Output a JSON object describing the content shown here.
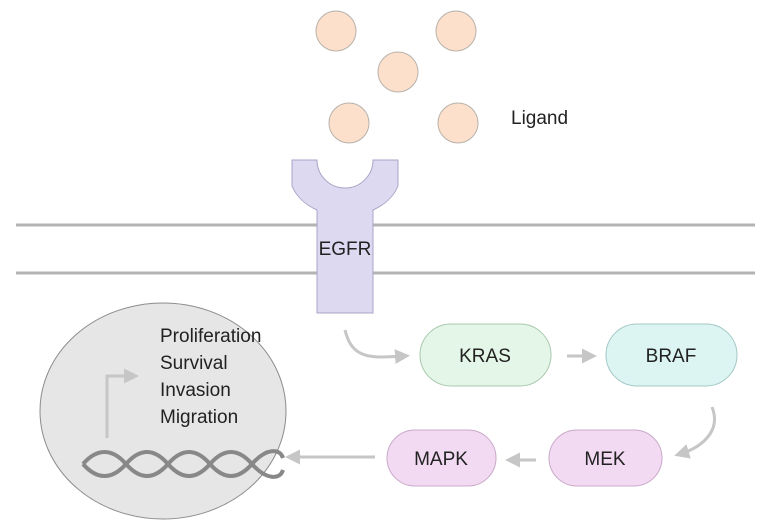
{
  "ligand": {
    "label": "Ligand",
    "fill": "#fce0cc",
    "stroke": "#b8b2aa"
  },
  "receptor": {
    "label": "EGFR",
    "fill": "#ddd9f0",
    "stroke": "#aaa4c8"
  },
  "membrane": {
    "color": "#b3b3b3"
  },
  "arrows": {
    "color": "#c6c6c6"
  },
  "pathway": {
    "kras": {
      "label": "KRAS",
      "fill": "#e4f6e7",
      "stroke": "#a9c8ae"
    },
    "braf": {
      "label": "BRAF",
      "fill": "#dcf5f3",
      "stroke": "#a3c8c5"
    },
    "mek": {
      "label": "MEK",
      "fill": "#f2dbf2",
      "stroke": "#c8a8c8"
    },
    "mapk": {
      "label": "MAPK",
      "fill": "#f2dbf2",
      "stroke": "#c8a8c8"
    }
  },
  "nucleus": {
    "fill": "#e6e6e6",
    "stroke": "#8c8c8c",
    "dna_color": "#888888",
    "outcomes": [
      "Proliferation",
      "Survival",
      "Invasion",
      "Migration"
    ]
  }
}
